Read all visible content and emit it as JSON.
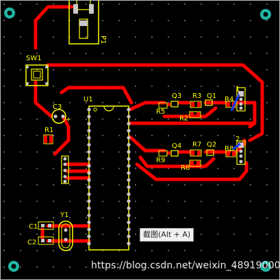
{
  "designators": {
    "P1": "P1",
    "SW1": "SW1",
    "U1": "U1",
    "C3": "C3",
    "R1": "R1",
    "Y1": "Y1",
    "C1": "C1",
    "C2": "C2",
    "Q1": "Q1",
    "Q2": "Q2",
    "Q3": "Q3",
    "Q4": "Q4",
    "R2": "R2",
    "R3": "R3",
    "R4": "R4",
    "R5": "R5",
    "R6": "R6",
    "R7": "R7",
    "R8": "R8",
    "R9": "R9"
  },
  "pin_labels": {
    "connector_top": "1",
    "connector_bottom": "2",
    "c3_plus": "+"
  },
  "tooltip": {
    "text": "截图(Alt + A)"
  },
  "watermark": {
    "text": "https://blog.csdn.net/weixin_48919000"
  },
  "colors": {
    "background": "#000000",
    "copper": "#ff0000",
    "silkscreen": "#ffff00",
    "pad": "#c8c8c8",
    "via_blue": "#1a3cff",
    "mount_hole": "#20b5a6",
    "grid_dot": "#cccccc"
  }
}
